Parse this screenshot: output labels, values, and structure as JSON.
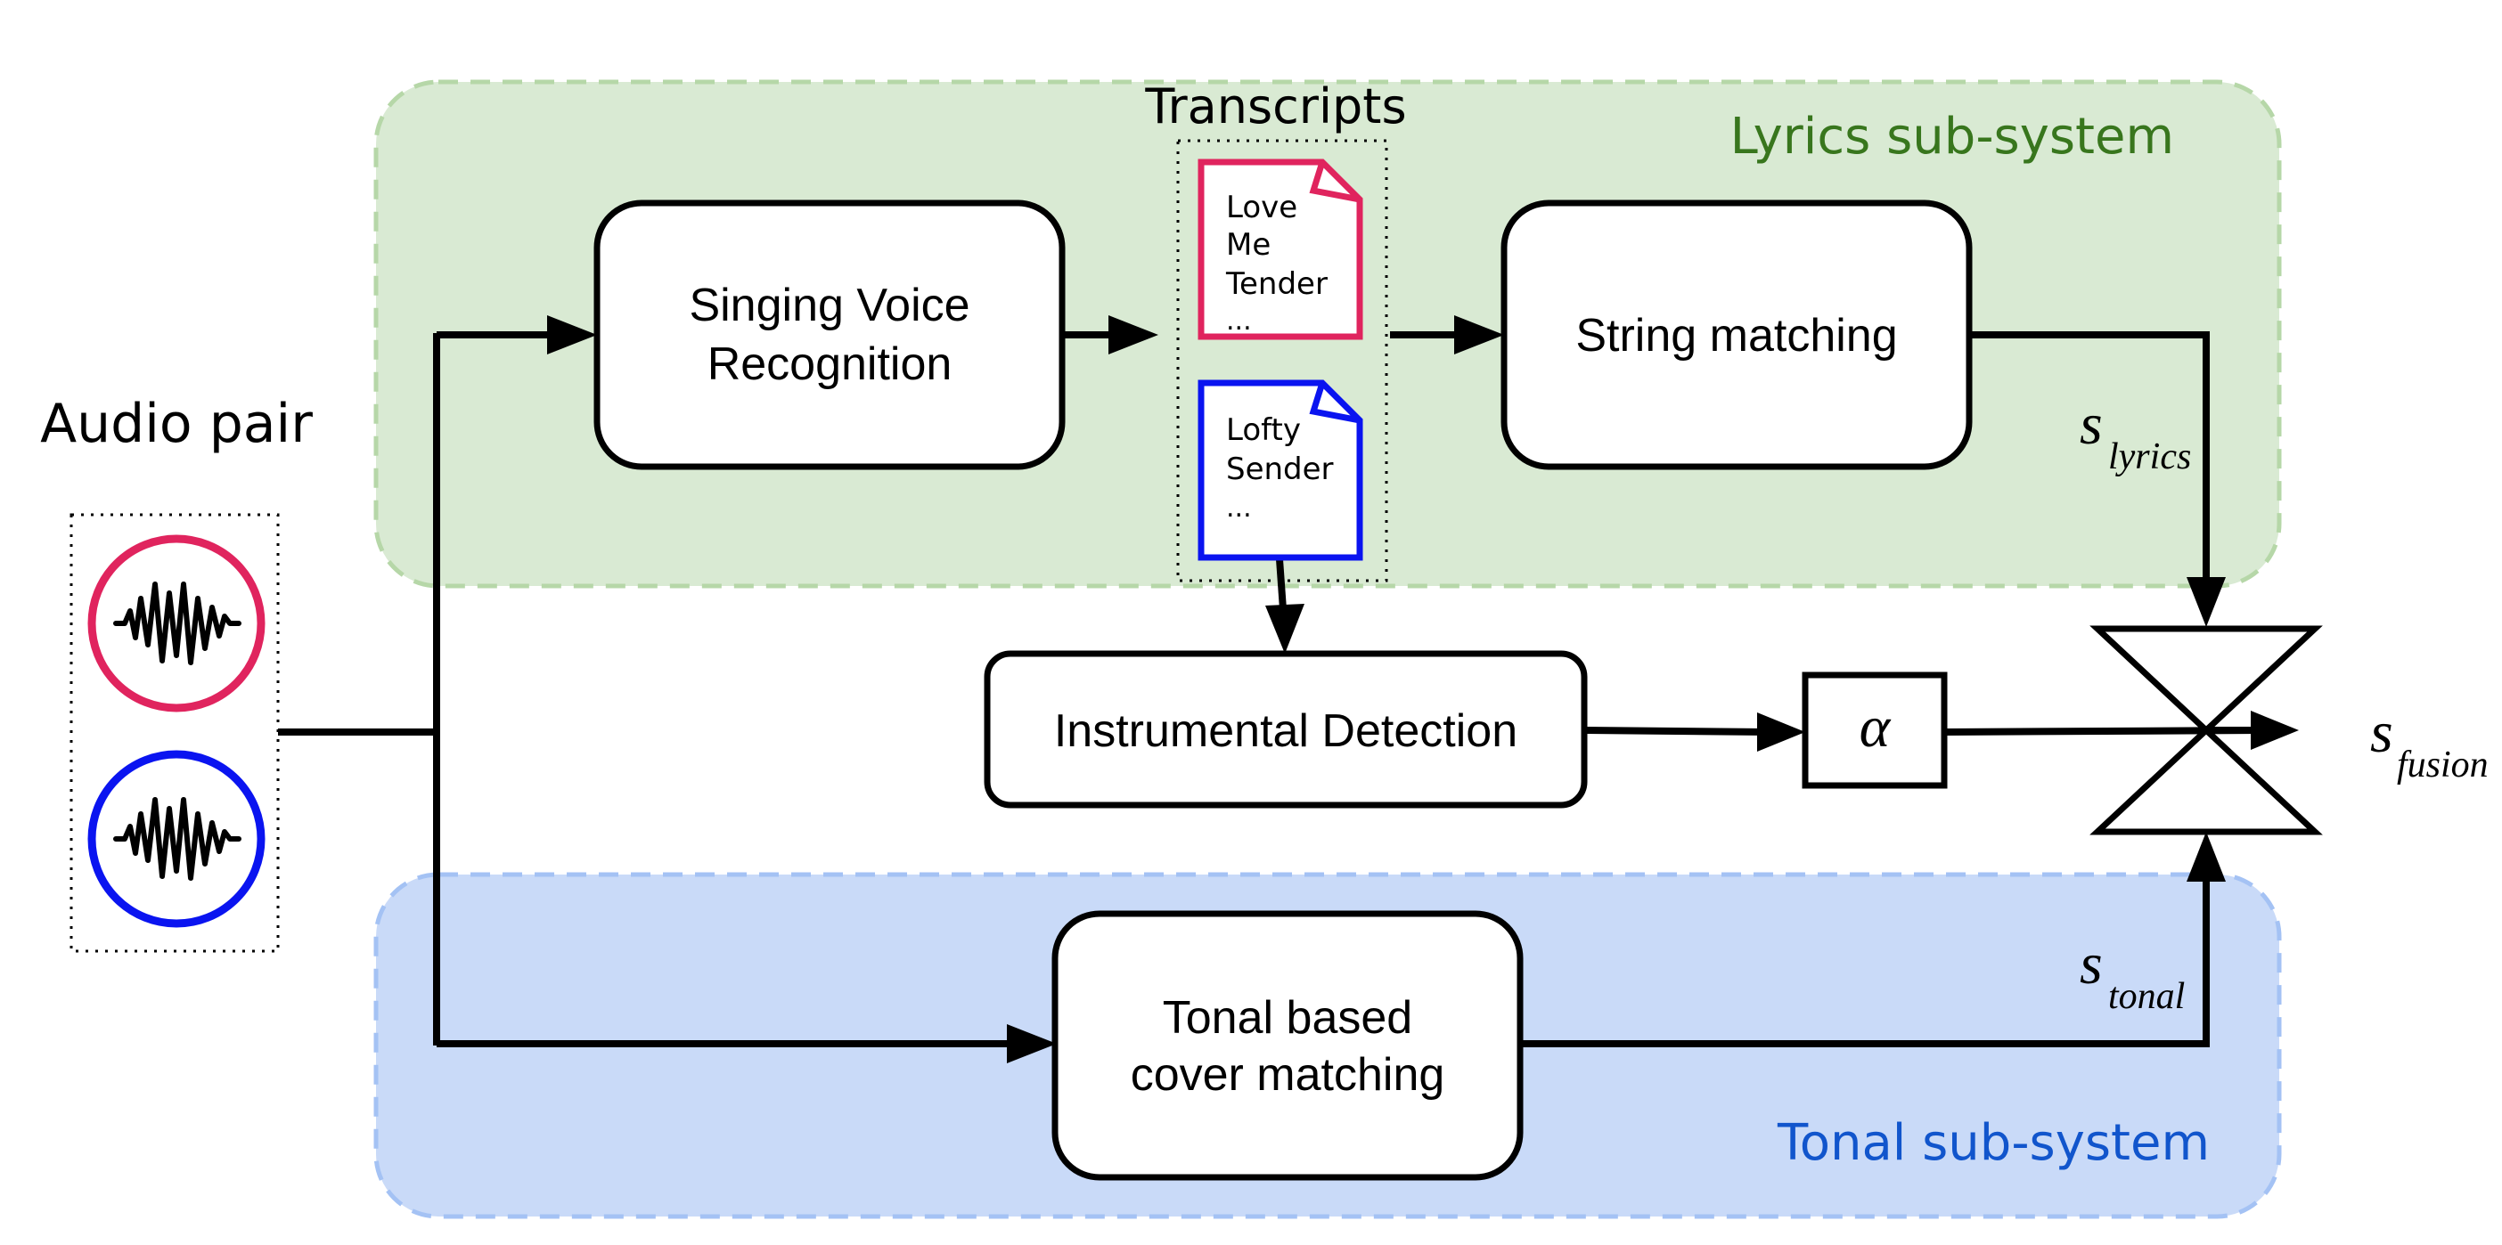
{
  "colors": {
    "lyrics_region_fill": "#d9ead3",
    "lyrics_region_stroke": "#b6d7a8",
    "lyrics_label": "#38761d",
    "tonal_region_fill": "#c9daf8",
    "tonal_region_stroke": "#a4c2f4",
    "tonal_label": "#1155cc",
    "red": "#e0245e",
    "blue": "#0a14f0",
    "stroke": "#000000"
  },
  "regions": {
    "lyrics_label": "Lyrics sub-system",
    "tonal_label": "Tonal sub-system"
  },
  "audio": {
    "label": "Audio pair",
    "icons": [
      "waveform-icon",
      "waveform-icon"
    ]
  },
  "blocks": {
    "svr_line1": "Singing Voice",
    "svr_line2": "Recognition",
    "string_matching": "String matching",
    "instrumental_detection": "Instrumental Detection",
    "tonal_line1": "Tonal based",
    "tonal_line2": "cover matching",
    "alpha": "α"
  },
  "transcripts": {
    "label": "Transcripts",
    "doc1": [
      "Love",
      "Me",
      "Tender",
      "..."
    ],
    "doc2": [
      "Lofty",
      "Sender",
      "..."
    ]
  },
  "scores": {
    "s": "s",
    "lyrics_sub": "lyrics",
    "tonal_sub": "tonal",
    "fusion_sub": "fusion"
  }
}
